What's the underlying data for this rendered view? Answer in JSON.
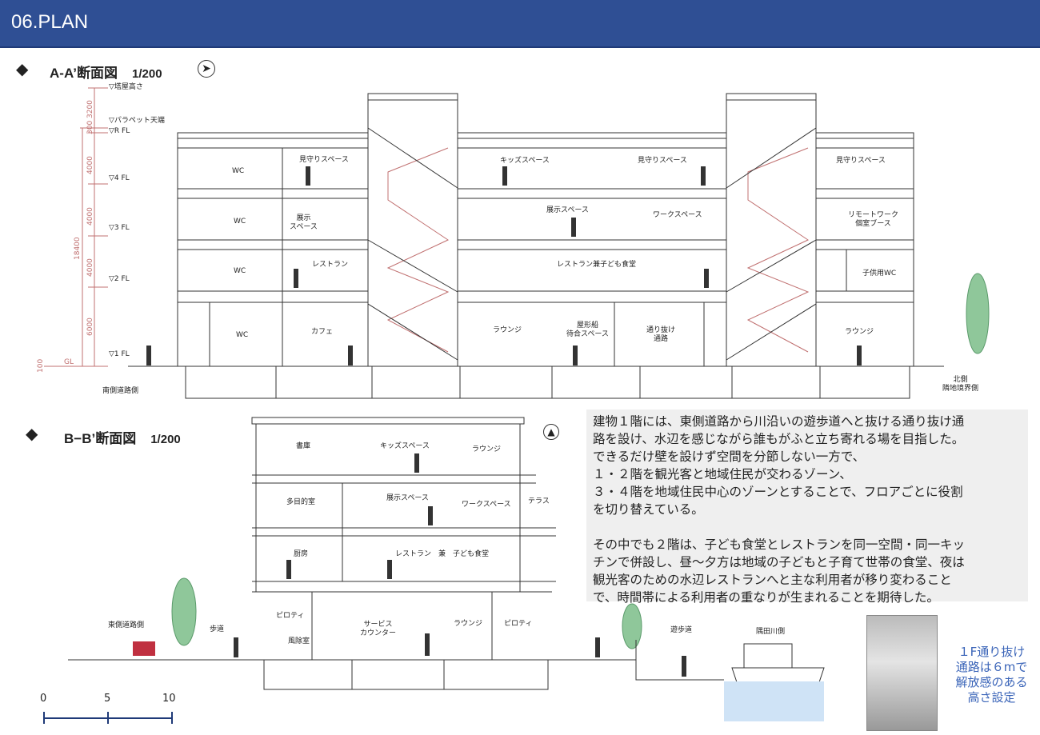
{
  "header": {
    "title": "06.PLAN"
  },
  "section_aa": {
    "title": "A-A’断面図",
    "scale": "1/200",
    "levels": [
      "▽塔屋高さ",
      "▽パラペット天端",
      "▽R FL",
      "▽4 FL",
      "▽3 FL",
      "▽2 FL",
      "▽1 FL"
    ],
    "dims": [
      "3200",
      "300",
      "4000",
      "4000",
      "4000",
      "6000",
      "18400",
      "100",
      "GL"
    ],
    "rooms": [
      "WC",
      "見守りスペース",
      "キッズスペース",
      "見守りスペース",
      "見守りスペース",
      "WC",
      "展示\nスペース",
      "展示スペース",
      "ワークスペース",
      "リモートワーク\n個室ブース",
      "WC",
      "レストラン",
      "レストラン兼子ども食堂",
      "子供用WC",
      "WC",
      "カフェ",
      "ラウンジ",
      "屋形船\n待合スペース",
      "通り抜け\n通路",
      "ラウンジ"
    ],
    "south": "南側道路側",
    "north": "北側\n隣地境界側"
  },
  "section_bb": {
    "title": "B−B’断面図",
    "scale": "1/200",
    "rooms": [
      "書庫",
      "キッズスペース",
      "ラウンジ",
      "多目的室",
      "展示スペース",
      "ワークスペース",
      "テラス",
      "厨房",
      "レストラン　兼　子ども食堂",
      "ピロティ",
      "風除室",
      "サービス\nカウンター",
      "ラウンジ",
      "ピロティ"
    ],
    "outside": [
      "東側道路側",
      "歩道",
      "遊歩道",
      "隅田川側"
    ]
  },
  "description": {
    "p1": "建物１階には、東側道路から川沿いの遊歩道へと抜ける通り抜け通\n路を設け、水辺を感じながら誰もがふと立ち寄れる場を目指した。\nできるだけ壁を設けず空間を分節しない一方で、\n１・２階を観光客と地域住民が交わるゾーン、\n３・４階を地域住民中心のゾーンとすることで、フロアごとに役割\nを切り替えている。",
    "p2": "その中でも２階は、子ども食堂とレストランを同一空間・同一キッ\nチンで併設し、昼〜夕方は地域の子どもと子育て世帯の食堂、夜は\n観光客のための水辺レストランへと主な利用者が移り変わること\nで、時間帯による利用者の重なりが生まれることを期待した。"
  },
  "photo_caption": "１F通り抜け通路は６mで解放感のある高さ設定",
  "scale_bar": [
    "0",
    "5",
    "10"
  ],
  "colors": {
    "header": "#2f4f94",
    "dim": "#c07070",
    "caption": "#3a64b8"
  }
}
